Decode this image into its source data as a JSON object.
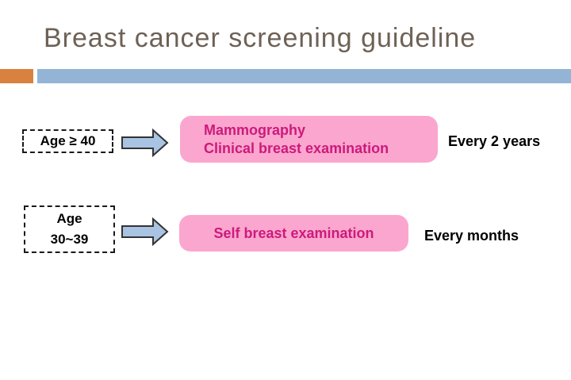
{
  "slide": {
    "title": "Breast cancer screening guideline",
    "rows": [
      {
        "age_lines": [
          "Age ≥ 40"
        ],
        "recommendation_lines": [
          "Mammography",
          "Clinical breast examination"
        ],
        "frequency": "Every 2 years"
      },
      {
        "age_lines": [
          "Age",
          "30~39"
        ],
        "recommendation_lines": [
          "Self breast examination"
        ],
        "frequency": "Every months"
      }
    ],
    "icons": [
      {
        "name": "right-arrow-icon",
        "shape": "block arrow pointing right"
      }
    ],
    "colors": {
      "title_text": "#6e6156",
      "accent_orange": "#d9823f",
      "accent_blue": "#93b4d4",
      "arrow_fill": "#a9c4e2",
      "arrow_outline": "#333333",
      "pink_box_bg": "#fba6ce",
      "pink_box_text": "#cc1a7c",
      "body_text": "#000000",
      "background": "#ffffff"
    }
  }
}
